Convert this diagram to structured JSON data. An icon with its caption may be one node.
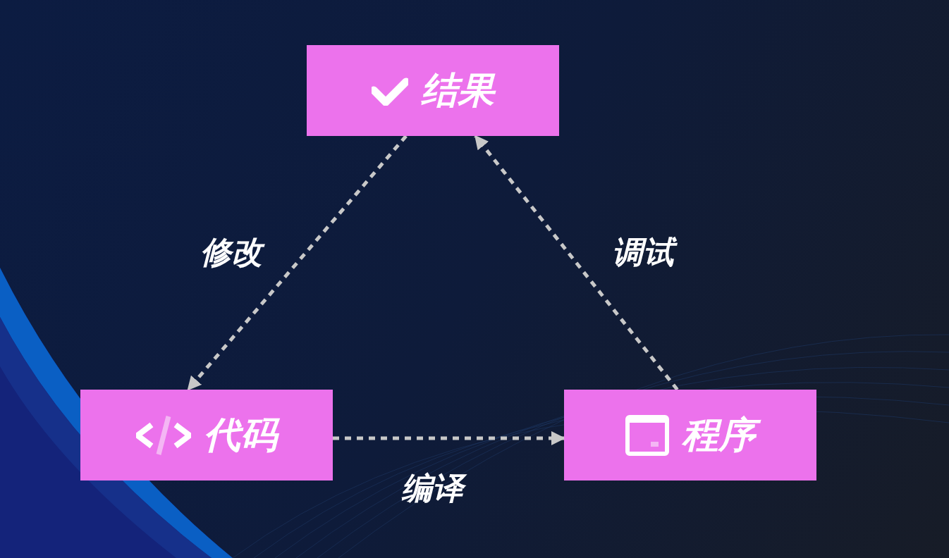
{
  "diagram": {
    "nodes": [
      {
        "text": [
          "结果"
        ]
      },
      {
        "text": [
          "代码"
        ]
      },
      {
        "text": [
          "程序"
        ]
      }
    ],
    "edges": [
      {
        "from": 0,
        "to": 1,
        "arrow": "to",
        "label": "修改",
        "style": "dashed"
      },
      {
        "from": 1,
        "to": 2,
        "arrow": "to",
        "label": "编译",
        "style": "dashed"
      },
      {
        "from": 2,
        "to": 0,
        "arrow": "to",
        "label": "调试",
        "style": "dashed"
      }
    ]
  }
}
